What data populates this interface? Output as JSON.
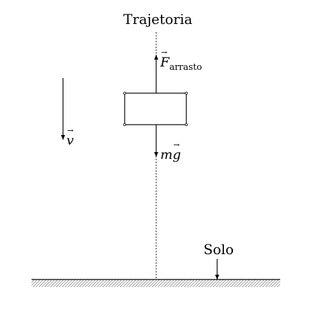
{
  "diagram": {
    "trajectory_label": "Trajetoria",
    "ground_label": "Solo",
    "drag_force": {
      "symbol": "F",
      "subscript": "arrasto"
    },
    "weight": {
      "prefix": "m",
      "symbol": "g"
    },
    "velocity": {
      "symbol": "v"
    },
    "colors": {
      "ink": "#000000",
      "hatch": "#555555"
    }
  }
}
